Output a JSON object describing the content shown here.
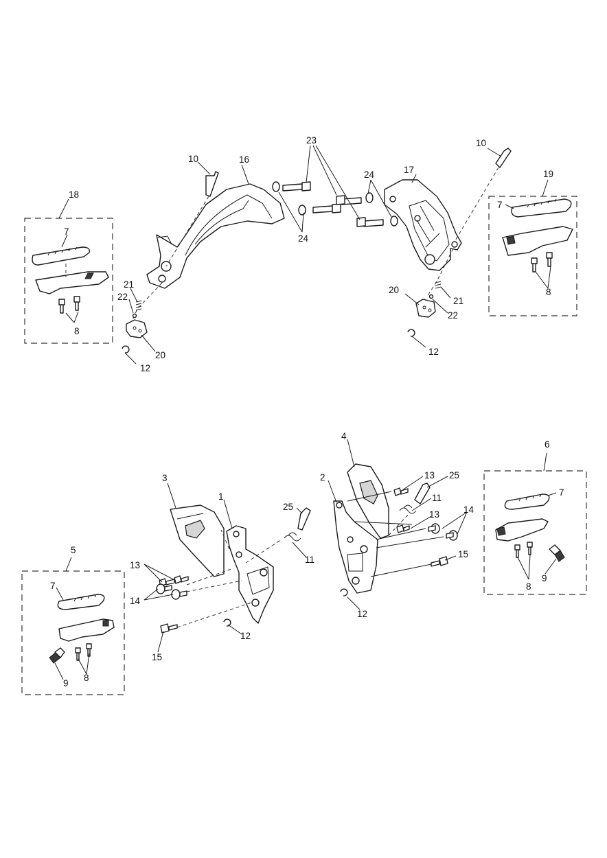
{
  "diagram": {
    "callouts": {
      "c1": "1",
      "c2": "2",
      "c3": "3",
      "c4": "4",
      "c5": "5",
      "c6": "6",
      "c7a": "7",
      "c7b": "7",
      "c7c": "7",
      "c7d": "7",
      "c8a": "8",
      "c8b": "8",
      "c8c": "8",
      "c8d": "8",
      "c9a": "9",
      "c9b": "9",
      "c10a": "10",
      "c10b": "10",
      "c11a": "11",
      "c11b": "11",
      "c12a": "12",
      "c12b": "12",
      "c12c": "12",
      "c12d": "12",
      "c13a": "13",
      "c13b": "13",
      "c13c": "13",
      "c14a": "14",
      "c14b": "14",
      "c15a": "15",
      "c15b": "15",
      "c16": "16",
      "c17": "17",
      "c18": "18",
      "c19": "19",
      "c20a": "20",
      "c20b": "20",
      "c21a": "21",
      "c21b": "21",
      "c22a": "22",
      "c22b": "22",
      "c23": "23",
      "c24a": "24",
      "c24b": "24",
      "c25a": "25",
      "c25b": "25"
    }
  }
}
